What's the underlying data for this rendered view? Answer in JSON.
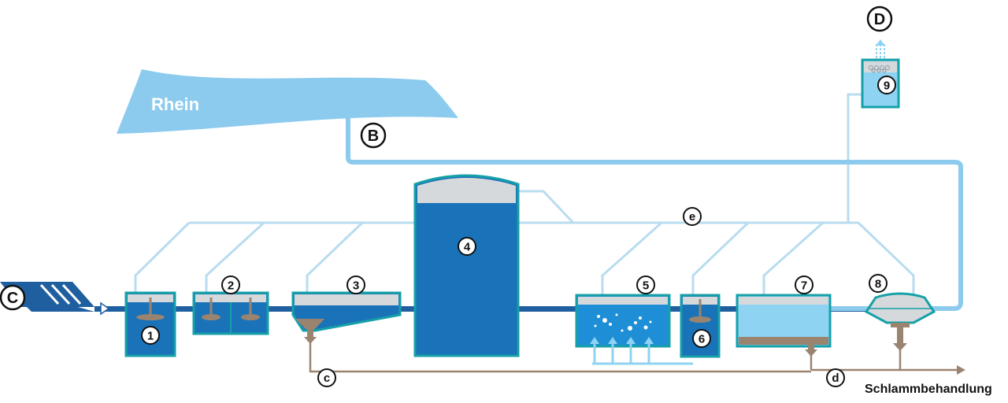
{
  "river": {
    "label": "Rhein"
  },
  "markers": {
    "B": "B",
    "C": "C",
    "D": "D",
    "c": "c",
    "d": "d",
    "e": "e"
  },
  "stages": [
    "1",
    "2",
    "3",
    "4",
    "5",
    "6",
    "7",
    "8",
    "9"
  ],
  "sludge_label": "Schlammbehandlung",
  "colors": {
    "river": "#8ccbee",
    "water_dark": "#1a72b8",
    "water_mid": "#1e8fd6",
    "water_light": "#8fd3f2",
    "tank_border": "#16a0a8",
    "air_duct": "#b9dcef",
    "effluent": "#8ccbee",
    "main_pipe": "#1f5fa0",
    "sludge": "#9a8470",
    "lid": "#d6d9dc"
  }
}
